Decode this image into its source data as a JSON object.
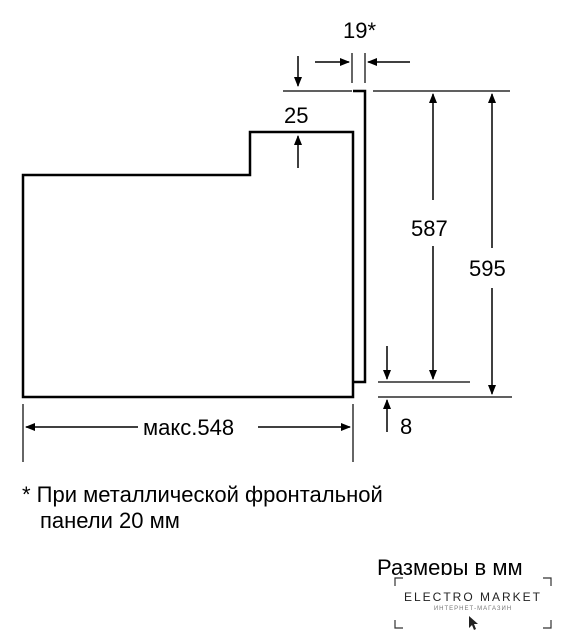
{
  "dimensions": {
    "depth_max": "макс.548",
    "height_total": "595",
    "height_inner": "587",
    "front_panel_thickness": "19*",
    "top_step": "25",
    "bottom_offset": "8"
  },
  "footnote": {
    "line1": "* При металлической фронтальной",
    "line2": "панели 20 мм"
  },
  "units_label": "Размеры в мм",
  "watermark": {
    "brand": "ELECTRO MARKET",
    "tagline": "ИНТЕРНЕТ-МАГАЗИН",
    "icon": "cursor-arrow-icon"
  }
}
